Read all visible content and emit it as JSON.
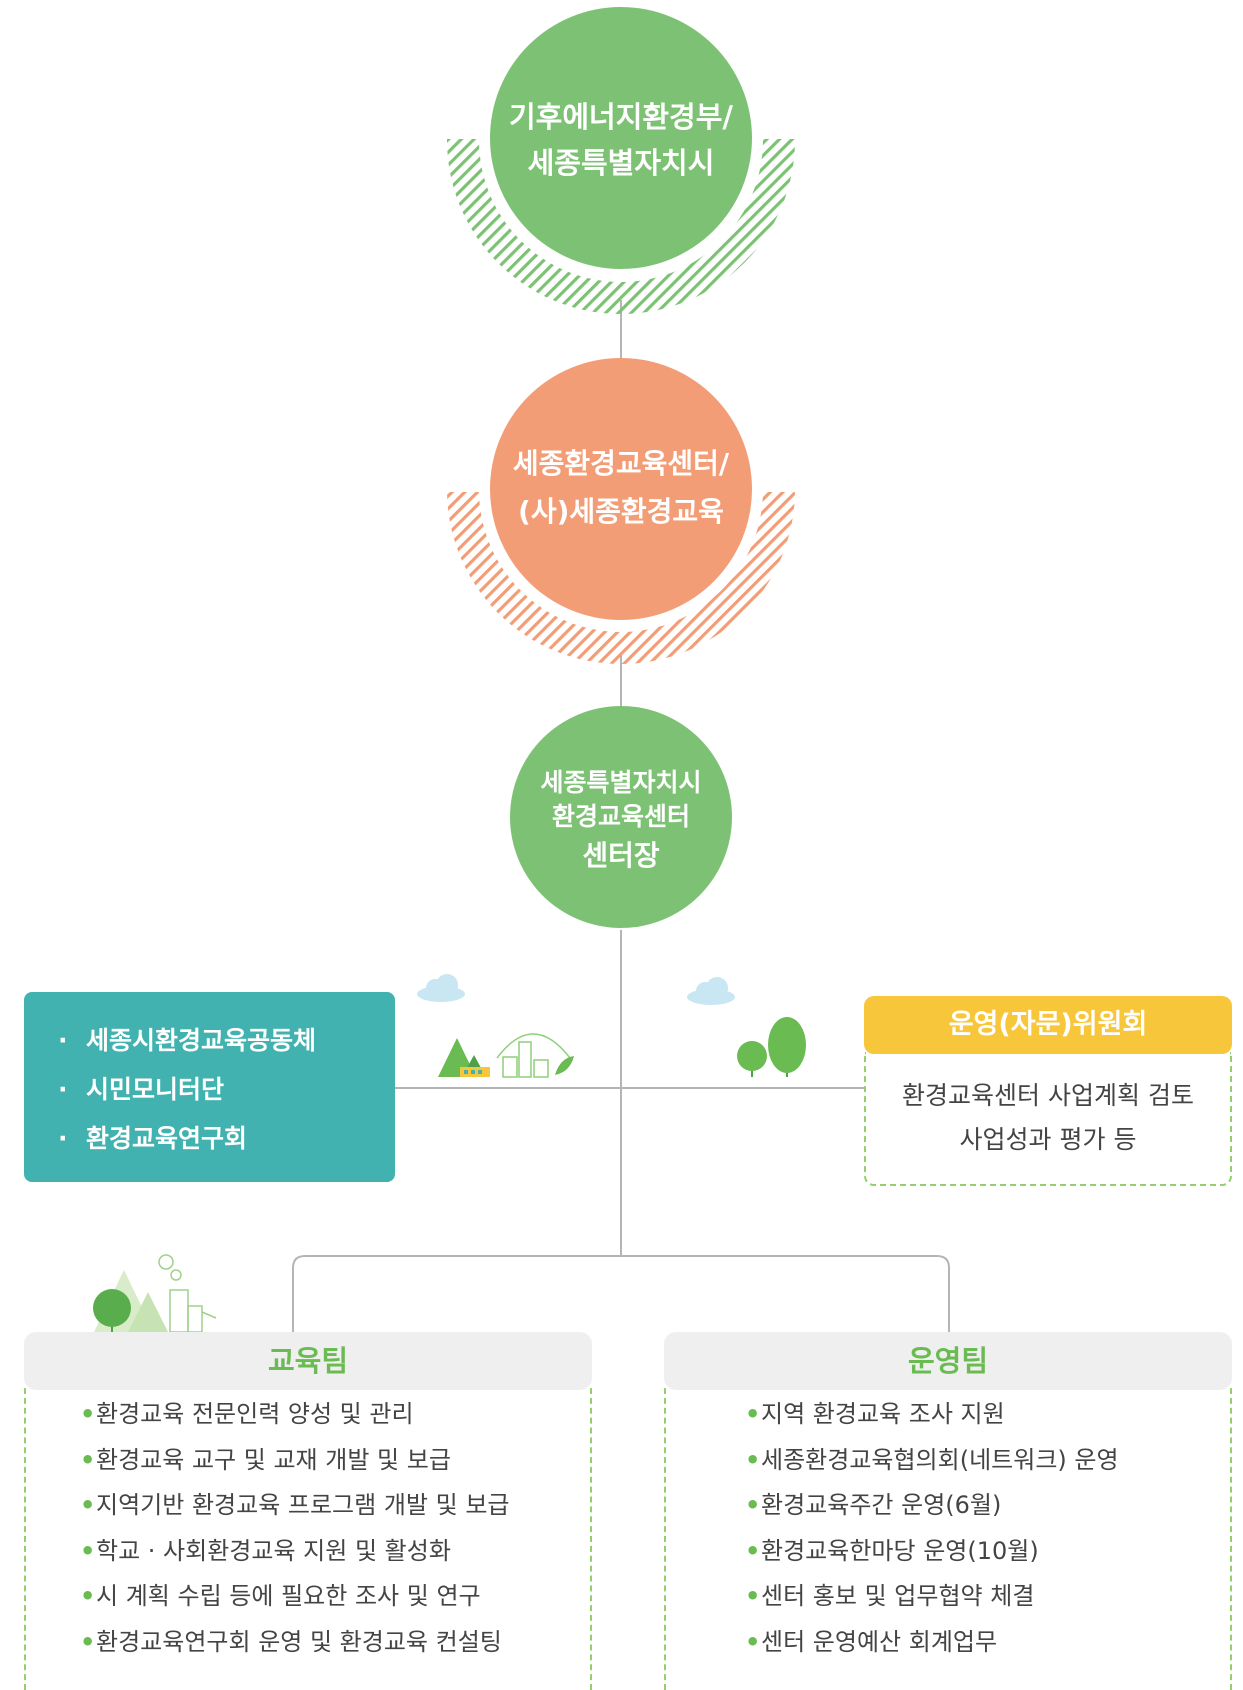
{
  "top_node": {
    "line1": "기후에너지환경부/",
    "line2": "세종특별자치시"
  },
  "center_node": {
    "line1": "세종환경교육센터/",
    "line2": "(사)세종환경교육"
  },
  "director_node": {
    "line1": "세종특별자치시",
    "line2": "환경교육센터",
    "line3": "센터장"
  },
  "community": {
    "items": [
      {
        "bullet": "·",
        "label": "세종시환경교육공동체"
      },
      {
        "bullet": "·",
        "label": "시민모니터단"
      },
      {
        "bullet": "·",
        "label": "환경교육연구회"
      }
    ]
  },
  "committee": {
    "title": "운영(자문)위원회",
    "line1": "환경교육센터 사업계획 검토",
    "line2": "사업성과 평가 등"
  },
  "education_team": {
    "title": "교육팀",
    "items": [
      {
        "bullet": "•",
        "label": "환경교육 전문인력 양성 및 관리"
      },
      {
        "bullet": "•",
        "label": "환경교육 교구 및 교재 개발 및 보급"
      },
      {
        "bullet": "•",
        "label": "지역기반 환경교육 프로그램 개발 및 보급"
      },
      {
        "bullet": "•",
        "label": "학교 · 사회환경교육 지원 및 활성화"
      },
      {
        "bullet": "•",
        "label": "시 계획 수립 등에 필요한 조사 및 연구"
      },
      {
        "bullet": "•",
        "label": "환경교육연구회 운영 및 환경교육 컨설팅"
      }
    ]
  },
  "operations_team": {
    "title": "운영팀",
    "items": [
      {
        "bullet": "•",
        "label": "지역 환경교육 조사 지원"
      },
      {
        "bullet": "•",
        "label": "세종환경교육협의회(네트워크) 운영"
      },
      {
        "bullet": "•",
        "label": "환경교육주간 운영(6월)"
      },
      {
        "bullet": "•",
        "label": "환경교육한마당 운영(10월)"
      },
      {
        "bullet": "•",
        "label": "센터 홍보 및 업무협약 체결"
      },
      {
        "bullet": "•",
        "label": "센터 운영예산 회계업무"
      }
    ]
  },
  "colors": {
    "green": "#7dc274",
    "salmon": "#f29d76",
    "teal": "#42b2b0",
    "yellow": "#f7c63a",
    "bullet_green": "#6abb52",
    "connector": "#b5b5b5",
    "cloud": "#c9e6f3"
  },
  "icons": [
    "green-hatch-arc-icon",
    "orange-hatch-arc-icon",
    "cloud-icon",
    "mountain-town-icon",
    "trees-icon",
    "tree-factory-icon"
  ]
}
